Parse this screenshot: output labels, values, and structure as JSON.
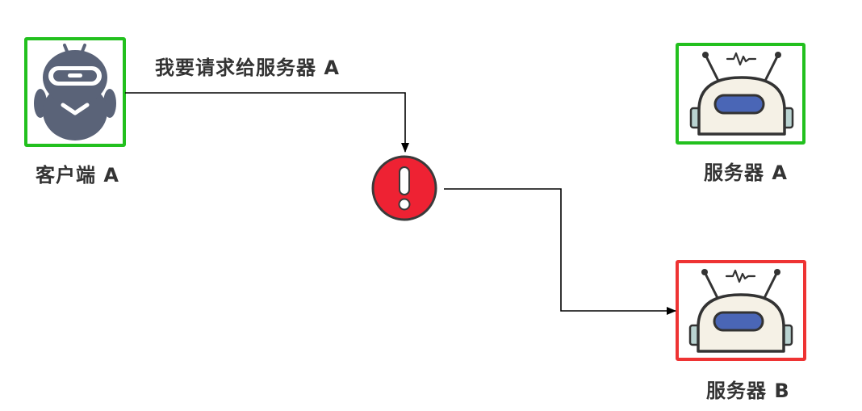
{
  "colors": {
    "ok_border": "#22c01e",
    "fail_border": "#ee3333",
    "error_fill": "#ee2233",
    "client_robot": "#5a6378",
    "server_body": "#f5f1e6",
    "server_visor": "#4a66b6",
    "line": "#000000"
  },
  "nodes": {
    "client": {
      "label": "客户端 A",
      "icon": "client-robot-icon",
      "status": "ok"
    },
    "server_a": {
      "label": "服务器 A",
      "icon": "server-robot-icon",
      "status": "ok"
    },
    "server_b": {
      "label": "服务器 B",
      "icon": "server-robot-icon",
      "status": "fail"
    },
    "error": {
      "icon": "exclamation-icon"
    }
  },
  "edges": {
    "request": {
      "label": "我要请求给服务器 A",
      "from": "client",
      "to": "error"
    },
    "misroute": {
      "from": "error",
      "to": "server_b"
    }
  }
}
